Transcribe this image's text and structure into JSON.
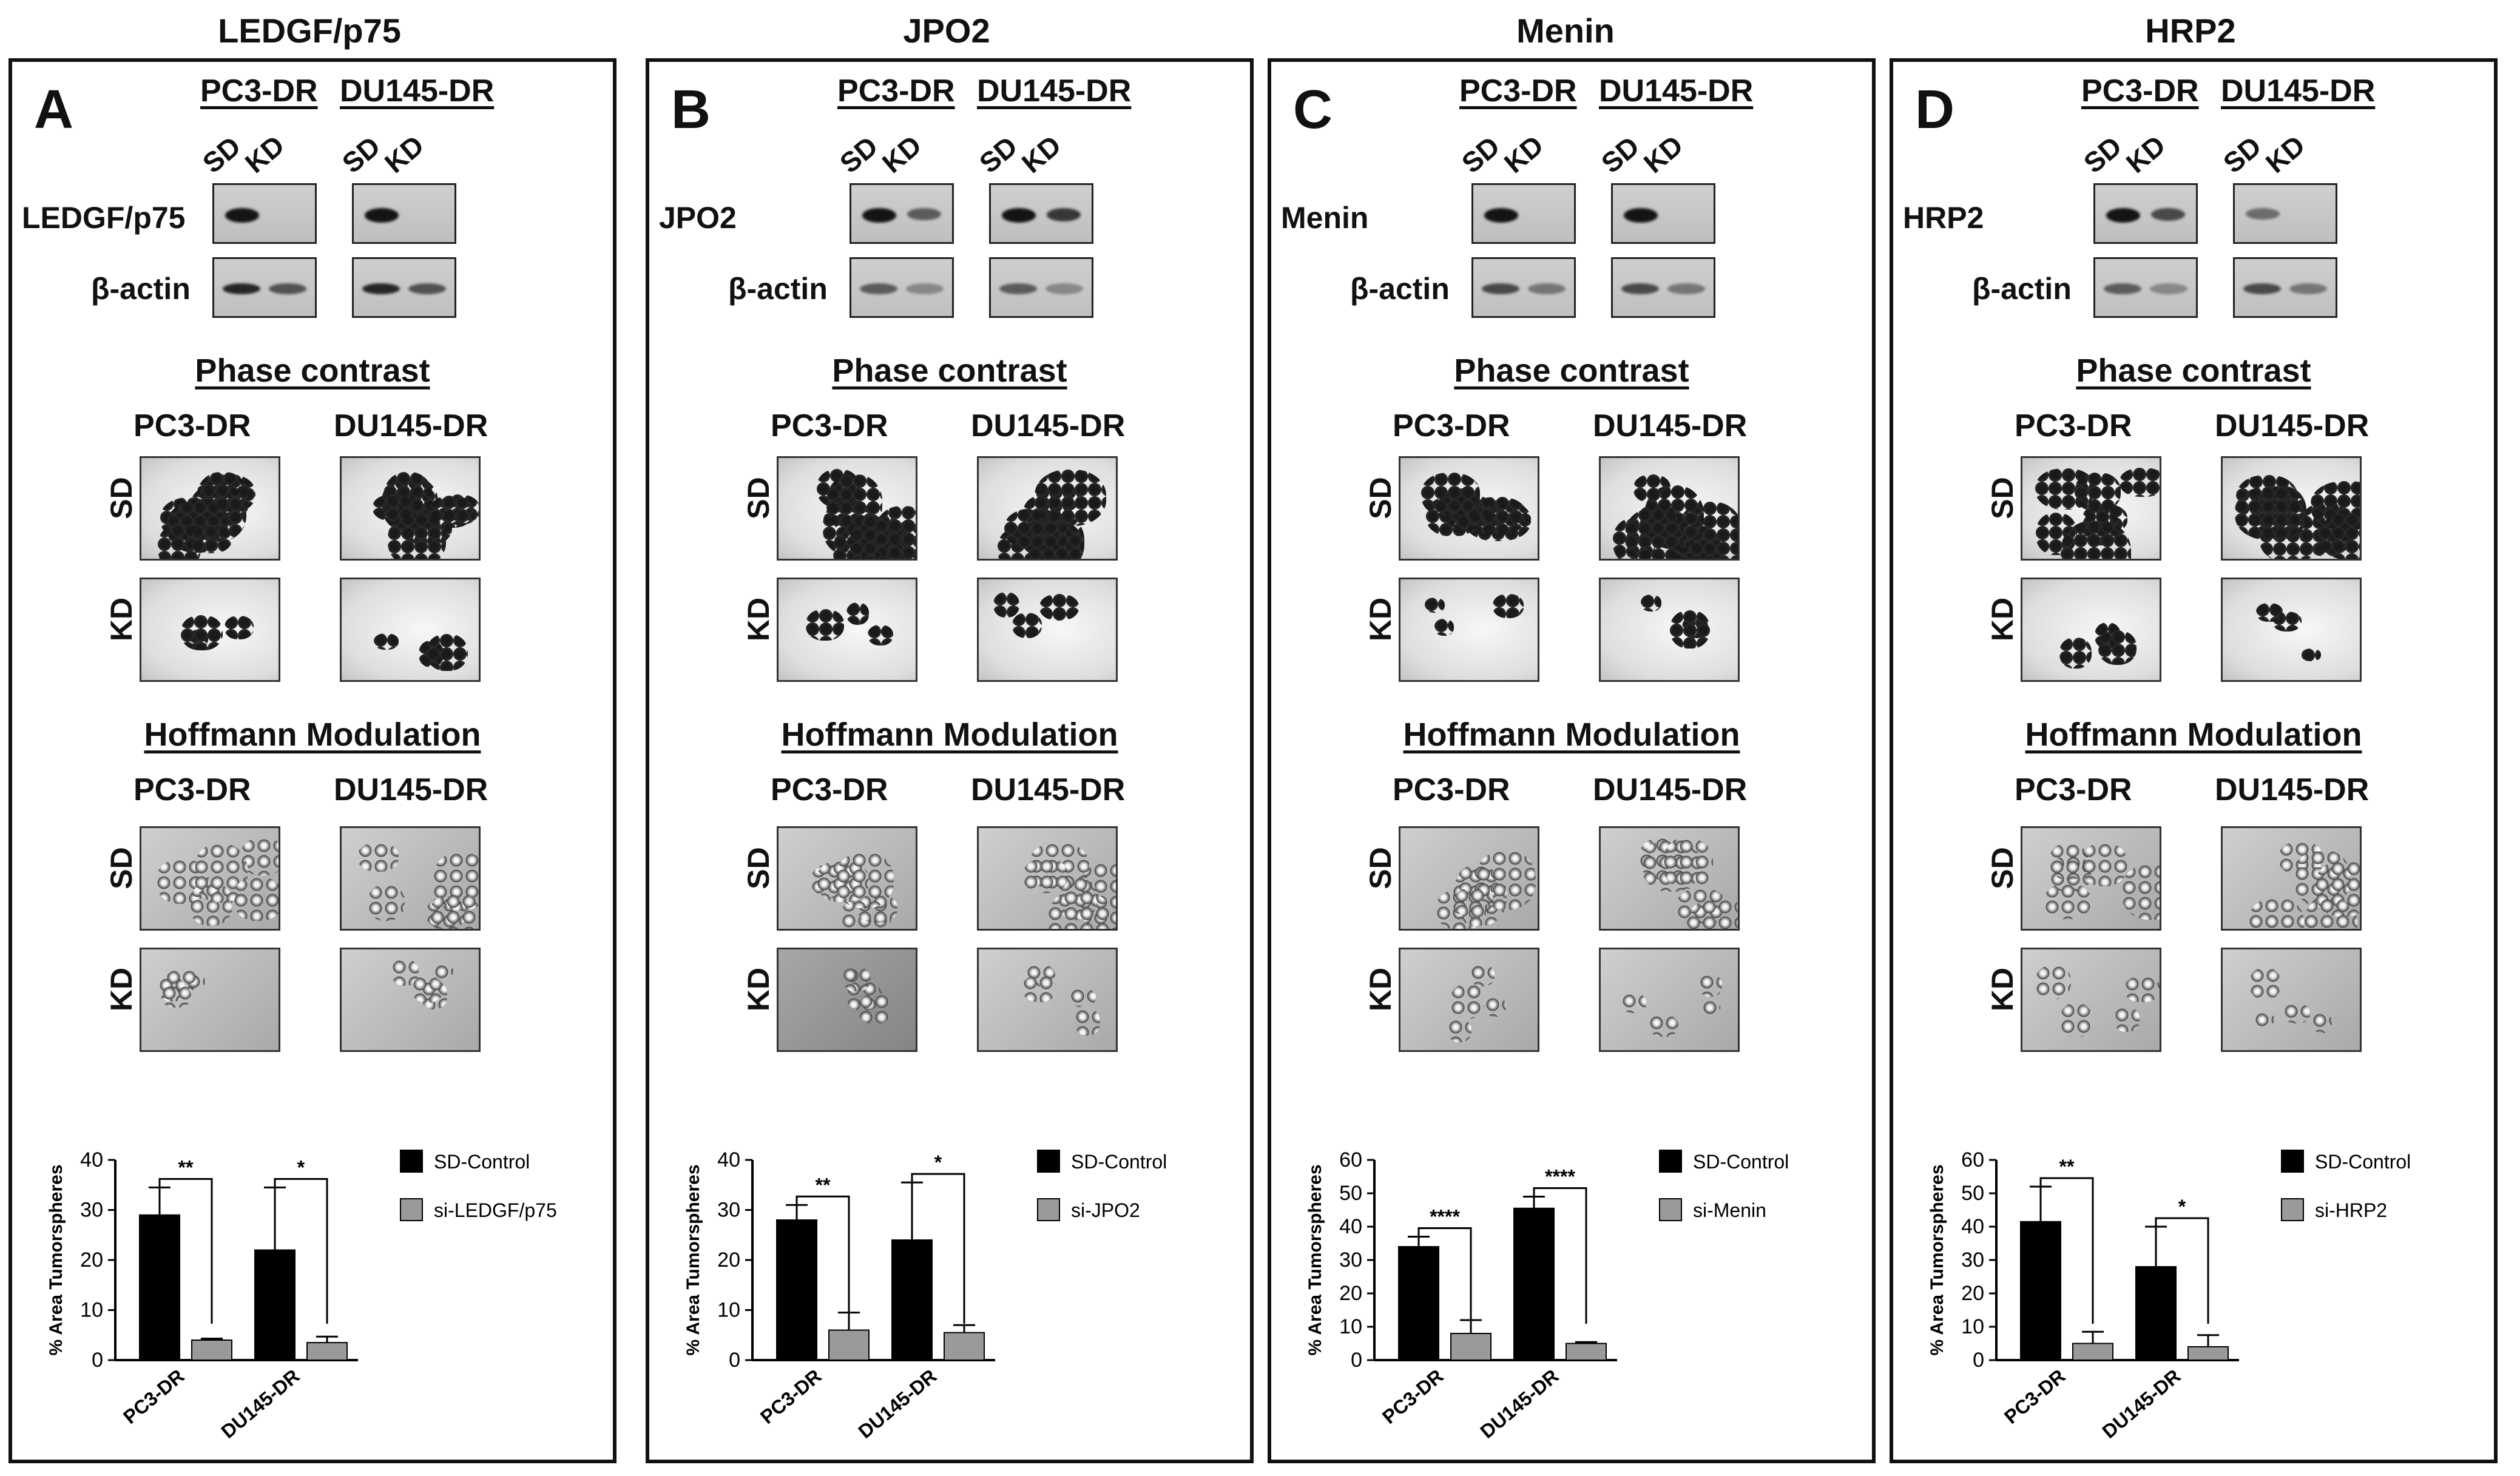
{
  "panels": [
    {
      "key": "A",
      "title": "LEDGF/p75",
      "letter": "A",
      "lines": [
        "PC3-DR",
        "DU145-DR"
      ],
      "lanes": [
        "SD",
        "KD"
      ],
      "protein": "LEDGF/p75",
      "loading": "β-actin",
      "phase_header": "Phase contrast",
      "hoffmann_header": "Hoffmann Modulation",
      "row_labels": [
        "SD",
        "KD"
      ],
      "chart_data": {
        "type": "bar",
        "categories": [
          "PC3-DR",
          "DU145-DR"
        ],
        "series": [
          {
            "name": "SD-Control",
            "values": [
              29,
              22
            ],
            "errors": [
              5.5,
              12.5
            ],
            "color": "#000000"
          },
          {
            "name": "si-LEDGF/p75",
            "values": [
              4,
              3.5
            ],
            "errors": [
              0.3,
              1.2
            ],
            "color": "#9a9a9a"
          }
        ],
        "ylabel": "% Area Tumorspheres",
        "ylim": [
          0,
          40
        ],
        "yticks": [
          0,
          10,
          20,
          30,
          40
        ],
        "significance": [
          "**",
          "*"
        ],
        "legend": "right"
      }
    },
    {
      "key": "B",
      "title": "JPO2",
      "letter": "B",
      "lines": [
        "PC3-DR",
        "DU145-DR"
      ],
      "lanes": [
        "SD",
        "KD"
      ],
      "protein": "JPO2",
      "loading": "β-actin",
      "phase_header": "Phase contrast",
      "hoffmann_header": "Hoffmann Modulation",
      "row_labels": [
        "SD",
        "KD"
      ],
      "chart_data": {
        "type": "bar",
        "categories": [
          "PC3-DR",
          "DU145-DR"
        ],
        "series": [
          {
            "name": "SD-Control",
            "values": [
              28,
              24
            ],
            "errors": [
              3,
              11.5
            ],
            "color": "#000000"
          },
          {
            "name": "si-JPO2",
            "values": [
              6,
              5.5
            ],
            "errors": [
              3.5,
              1.5
            ],
            "color": "#9a9a9a"
          }
        ],
        "ylabel": "% Area Tumorspheres",
        "ylim": [
          0,
          40
        ],
        "yticks": [
          0,
          10,
          20,
          30,
          40
        ],
        "significance": [
          "**",
          "*"
        ],
        "legend": "right"
      }
    },
    {
      "key": "C",
      "title": "Menin",
      "letter": "C",
      "lines": [
        "PC3-DR",
        "DU145-DR"
      ],
      "lanes": [
        "SD",
        "KD"
      ],
      "protein": "Menin",
      "loading": "β-actin",
      "phase_header": "Phase contrast",
      "hoffmann_header": "Hoffmann Modulation",
      "row_labels": [
        "SD",
        "KD"
      ],
      "chart_data": {
        "type": "bar",
        "categories": [
          "PC3-DR",
          "DU145-DR"
        ],
        "series": [
          {
            "name": "SD-Control",
            "values": [
              34,
              45.5
            ],
            "errors": [
              3,
              3.5
            ],
            "color": "#000000"
          },
          {
            "name": "si-Menin",
            "values": [
              8,
              5
            ],
            "errors": [
              4,
              0.4
            ],
            "color": "#9a9a9a"
          }
        ],
        "ylabel": "% Area Tumorspheres",
        "ylim": [
          0,
          60
        ],
        "yticks": [
          0,
          10,
          20,
          30,
          40,
          50,
          60
        ],
        "significance": [
          "****",
          "****"
        ],
        "legend": "right"
      }
    },
    {
      "key": "D",
      "title": "HRP2",
      "letter": "D",
      "lines": [
        "PC3-DR",
        "DU145-DR"
      ],
      "lanes": [
        "SD",
        "KD"
      ],
      "protein": "HRP2",
      "loading": "β-actin",
      "phase_header": "Phase contrast",
      "hoffmann_header": "Hoffmann Modulation",
      "row_labels": [
        "SD",
        "KD"
      ],
      "chart_data": {
        "type": "bar",
        "categories": [
          "PC3-DR",
          "DU145-DR"
        ],
        "series": [
          {
            "name": "SD-Control",
            "values": [
              41.5,
              28
            ],
            "errors": [
              10.5,
              12
            ],
            "color": "#000000"
          },
          {
            "name": "si-HRP2",
            "values": [
              5,
              4
            ],
            "errors": [
              3.5,
              3.5
            ],
            "color": "#9a9a9a"
          }
        ],
        "ylabel": "% Area Tumorspheres",
        "ylim": [
          0,
          60
        ],
        "yticks": [
          0,
          10,
          20,
          30,
          40,
          50,
          60
        ],
        "significance": [
          "**",
          "*"
        ],
        "legend": "right"
      }
    }
  ]
}
